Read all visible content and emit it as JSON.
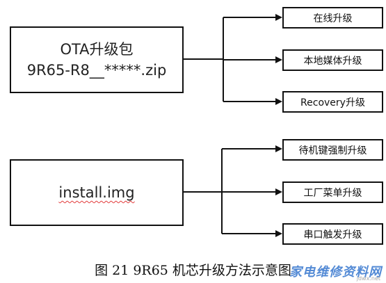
{
  "diagram": {
    "groups": [
      {
        "source_lines": [
          "OTA升级包",
          "9R65-R8__*****.zip"
        ],
        "targets": [
          "在线升级",
          "本地媒体升级",
          "Recovery升级"
        ]
      },
      {
        "source_lines": [
          "install.img"
        ],
        "targets": [
          "待机键强制升级",
          "工厂菜单升级",
          "串口触发升级"
        ]
      }
    ],
    "caption": "图 21    9R65 机芯升级方法示意图"
  },
  "watermark": {
    "text": "家电维修资料网",
    "site": "jdwx.net"
  }
}
